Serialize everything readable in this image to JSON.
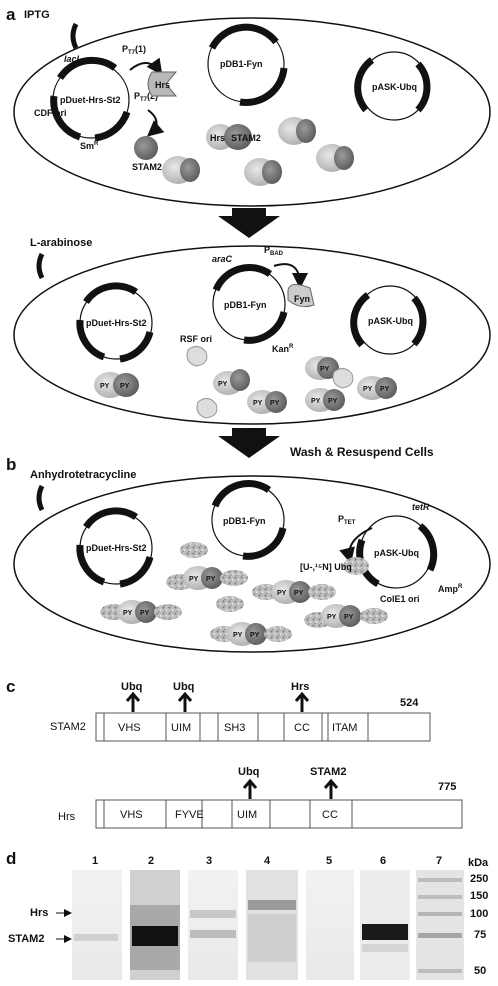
{
  "panels": {
    "a": "a",
    "b": "b",
    "c": "c",
    "d": "d"
  },
  "cell1": {
    "inducer": "IPTG",
    "plasmid_duet": "pDuet-Hrs-St2",
    "plasmid_db1": "pDB1-Fyn",
    "plasmid_ask": "pASK-Ubq",
    "lacI": "lacI",
    "pt7_1": "P",
    "pt7_1_sub": "T7",
    "pt7_1_suf": "(1)",
    "pt7_2": "P",
    "pt7_2_sub": "T7",
    "pt7_2_suf": "(2)",
    "cdf_ori": "CDF ori",
    "smr": "Sm",
    "smr_sup": "R",
    "hrs": "Hrs",
    "stam2": "STAM2",
    "complex_hrs": "Hrs",
    "complex_stam2": "STAM2"
  },
  "cell2": {
    "inducer": "L-arabinose",
    "plasmid_duet": "pDuet-Hrs-St2",
    "plasmid_db1": "pDB1-Fyn",
    "plasmid_ask": "pASK-Ubq",
    "araC": "araC",
    "pbad": "P",
    "pbad_sub": "BAD",
    "rsf_ori": "RSF ori",
    "kanr": "Kan",
    "kanr_sup": "R",
    "fyn": "Fyn",
    "py": "PY"
  },
  "wash": "Wash & Resuspend Cells",
  "cell3": {
    "inducer": "Anhydrotetracycline",
    "plasmid_duet": "pDuet-Hrs-St2",
    "plasmid_db1": "pDB1-Fyn",
    "plasmid_ask": "pASK-Ubq",
    "tetR": "tetR",
    "ptet": "P",
    "ptet_sub": "TET",
    "ampr": "Amp",
    "ampr_sup": "R",
    "cole1": "ColE1 ori",
    "ubq_label": "[U-,¹⁵N] Ubq",
    "py": "PY"
  },
  "domains": {
    "stam2": {
      "name": "STAM2",
      "length": "524",
      "boxes": [
        "VHS",
        "UIM",
        "SH3",
        "CC",
        "ITAM"
      ],
      "arrows": [
        "Ubq",
        "Ubq",
        "Hrs"
      ]
    },
    "hrs": {
      "name": "Hrs",
      "length": "775",
      "boxes": [
        "VHS",
        "FYVE",
        "UIM",
        "CC"
      ],
      "arrows": [
        "Ubq",
        "STAM2"
      ]
    }
  },
  "gel": {
    "lanes": [
      "1",
      "2",
      "3",
      "4",
      "5",
      "6",
      "7"
    ],
    "unit": "kDa",
    "markers": [
      "250",
      "150",
      "100",
      "75",
      "50"
    ],
    "bands": [
      "Hrs",
      "STAM2"
    ]
  }
}
